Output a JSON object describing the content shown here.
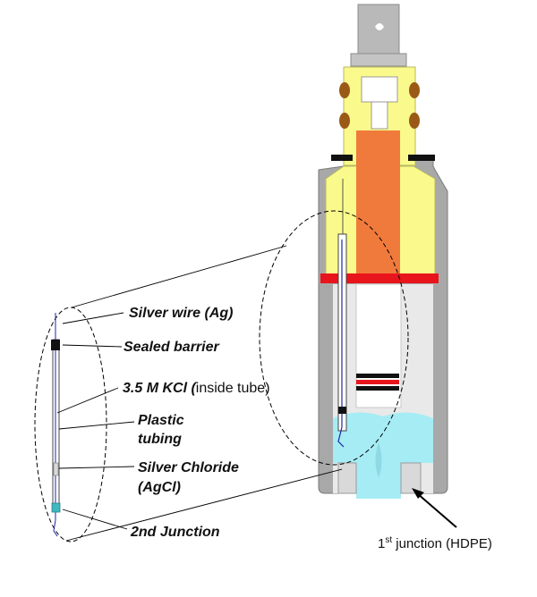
{
  "labels": {
    "silver_wire": "Silver wire (Ag)",
    "sealed_barrier": "Sealed  barrier",
    "kcl_bold": "3.5 M KCl (",
    "kcl_plain": "inside tube",
    "kcl_close": ")",
    "plastic_line1": "Plastic",
    "plastic_line2": "tubing",
    "agcl_line1": "Silver Chloride",
    "agcl_line2": "(AgCl)",
    "second_junction": "2nd Junction",
    "first_junction_num": "1",
    "first_junction_sup": "st",
    "first_junction_rest": " junction (HDPE)"
  },
  "colors": {
    "cap_grey": "#b9b9b9",
    "body_grey": "#a8a8a8",
    "inner_light": "#e9e9e9",
    "yellow": "#fafa8c",
    "orange": "#f07a3c",
    "red": "#e8151c",
    "cyan": "#a6ecf5",
    "brown": "#9a5a16",
    "black": "#000000"
  }
}
